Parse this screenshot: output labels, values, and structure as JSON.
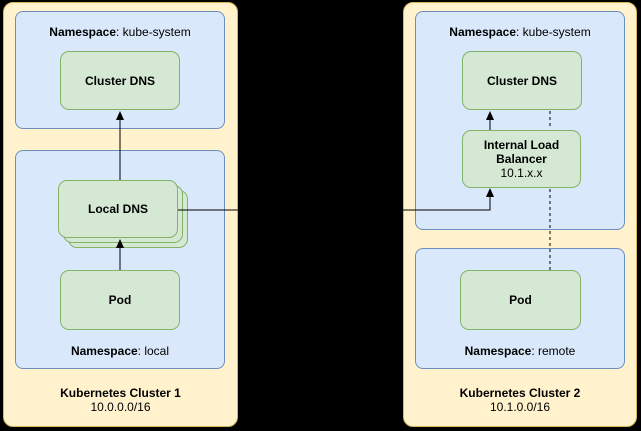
{
  "palette": {
    "background": "#000000",
    "cluster_fill": "#FFF2CC",
    "cluster_stroke": "#D6B656",
    "namespace_fill": "#DAE8FC",
    "namespace_stroke": "#6C8EBF",
    "node_fill": "#D5E8D4",
    "node_stroke": "#82B366",
    "connector": "#000000"
  },
  "cluster1": {
    "title": "Kubernetes Cluster 1",
    "cidr": "10.0.0.0/16",
    "ns_kube_system": {
      "bold": "Namespace",
      "rest": ": kube-system",
      "cluster_dns": "Cluster DNS"
    },
    "ns_local": {
      "bold": "Namespace",
      "rest": ": local",
      "local_dns": "Local DNS",
      "pod": "Pod"
    }
  },
  "cluster2": {
    "title": "Kubernetes Cluster 2",
    "cidr": "10.1.0.0/16",
    "ns_kube_system": {
      "bold": "Namespace",
      "rest": ": kube-system",
      "cluster_dns": "Cluster DNS",
      "ilb_name": "Internal Load Balancer",
      "ilb_ip": "10.1.x.x"
    },
    "ns_remote": {
      "bold": "Namespace",
      "rest": ": remote",
      "pod": "Pod"
    }
  },
  "edges": [
    {
      "from": "cluster1-pod",
      "to": "cluster1-local-dns",
      "style": "solid-arrow"
    },
    {
      "from": "cluster1-local-dns",
      "to": "cluster1-cluster-dns",
      "style": "solid-arrow"
    },
    {
      "from": "cluster1-local-dns",
      "to": "cluster2-internal-load-balancer",
      "style": "solid-arrow"
    },
    {
      "from": "cluster2-internal-load-balancer",
      "to": "cluster2-cluster-dns",
      "style": "solid-arrow"
    },
    {
      "from": "cluster2-cluster-dns",
      "to": "cluster2-pod",
      "style": "dashed"
    }
  ]
}
